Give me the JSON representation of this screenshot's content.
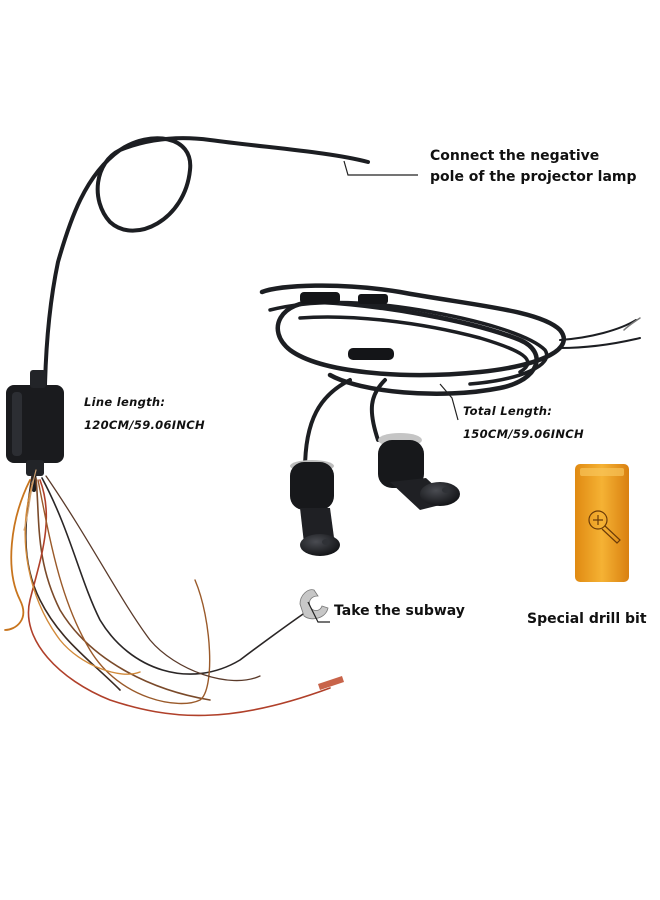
{
  "labels": {
    "negative_pole": [
      "Connect the negative",
      "pole of the projector lamp"
    ],
    "line_length": [
      "Line length:",
      "120CM/59.06INCH"
    ],
    "total_length": [
      "Total Length:",
      "150CM/59.06INCH"
    ],
    "take_subway": "Take the subway",
    "drill_bit": "Special drill bit"
  },
  "colors": {
    "background": "#ffffff",
    "cable": "#1c1e22",
    "lamp_body": "#17181b",
    "drill_box": "#f0a020",
    "wire_orange": "#c8751e",
    "wire_red": "#b0402a"
  }
}
